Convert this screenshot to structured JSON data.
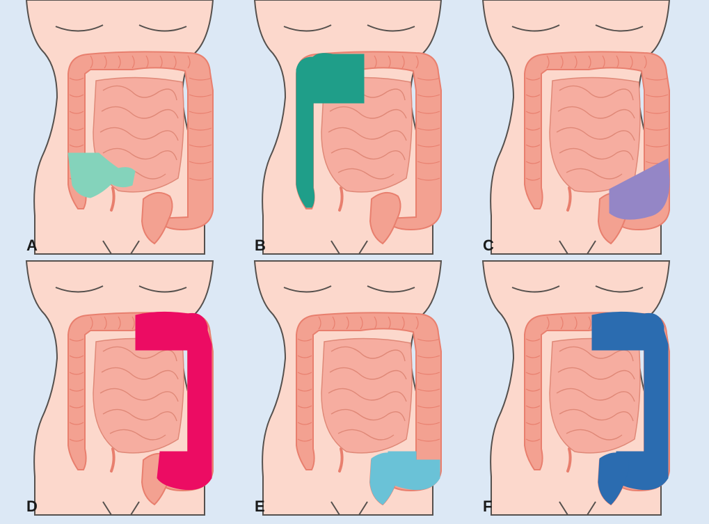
{
  "colors": {
    "background": "#dce8f5",
    "skin": "#fcd8cc",
    "outline": "#55504d",
    "colon": "#f3a191",
    "colon_edge": "#e87f6e",
    "intestine": "#f6ada0",
    "intestine_line": "#df8877"
  },
  "panels": [
    {
      "label": "A",
      "highlight_color": "#84d3bb",
      "segments": [
        "cecum-right"
      ]
    },
    {
      "label": "B",
      "highlight_color": "#1f9e89",
      "segments": [
        "right",
        "transverse-right"
      ]
    },
    {
      "label": "C",
      "highlight_color": "#9486c6",
      "segments": [
        "sigmoid-upper"
      ]
    },
    {
      "label": "D",
      "highlight_color": "#ec0c63",
      "segments": [
        "transverse-left",
        "descending",
        "sigmoid-full"
      ]
    },
    {
      "label": "E",
      "highlight_color": "#6ac2d7",
      "segments": [
        "sigmoid-full",
        "rectum"
      ]
    },
    {
      "label": "F",
      "highlight_color": "#2b6cb0",
      "segments": [
        "transverse-left",
        "descending",
        "sigmoid-full",
        "rectum"
      ]
    }
  ]
}
